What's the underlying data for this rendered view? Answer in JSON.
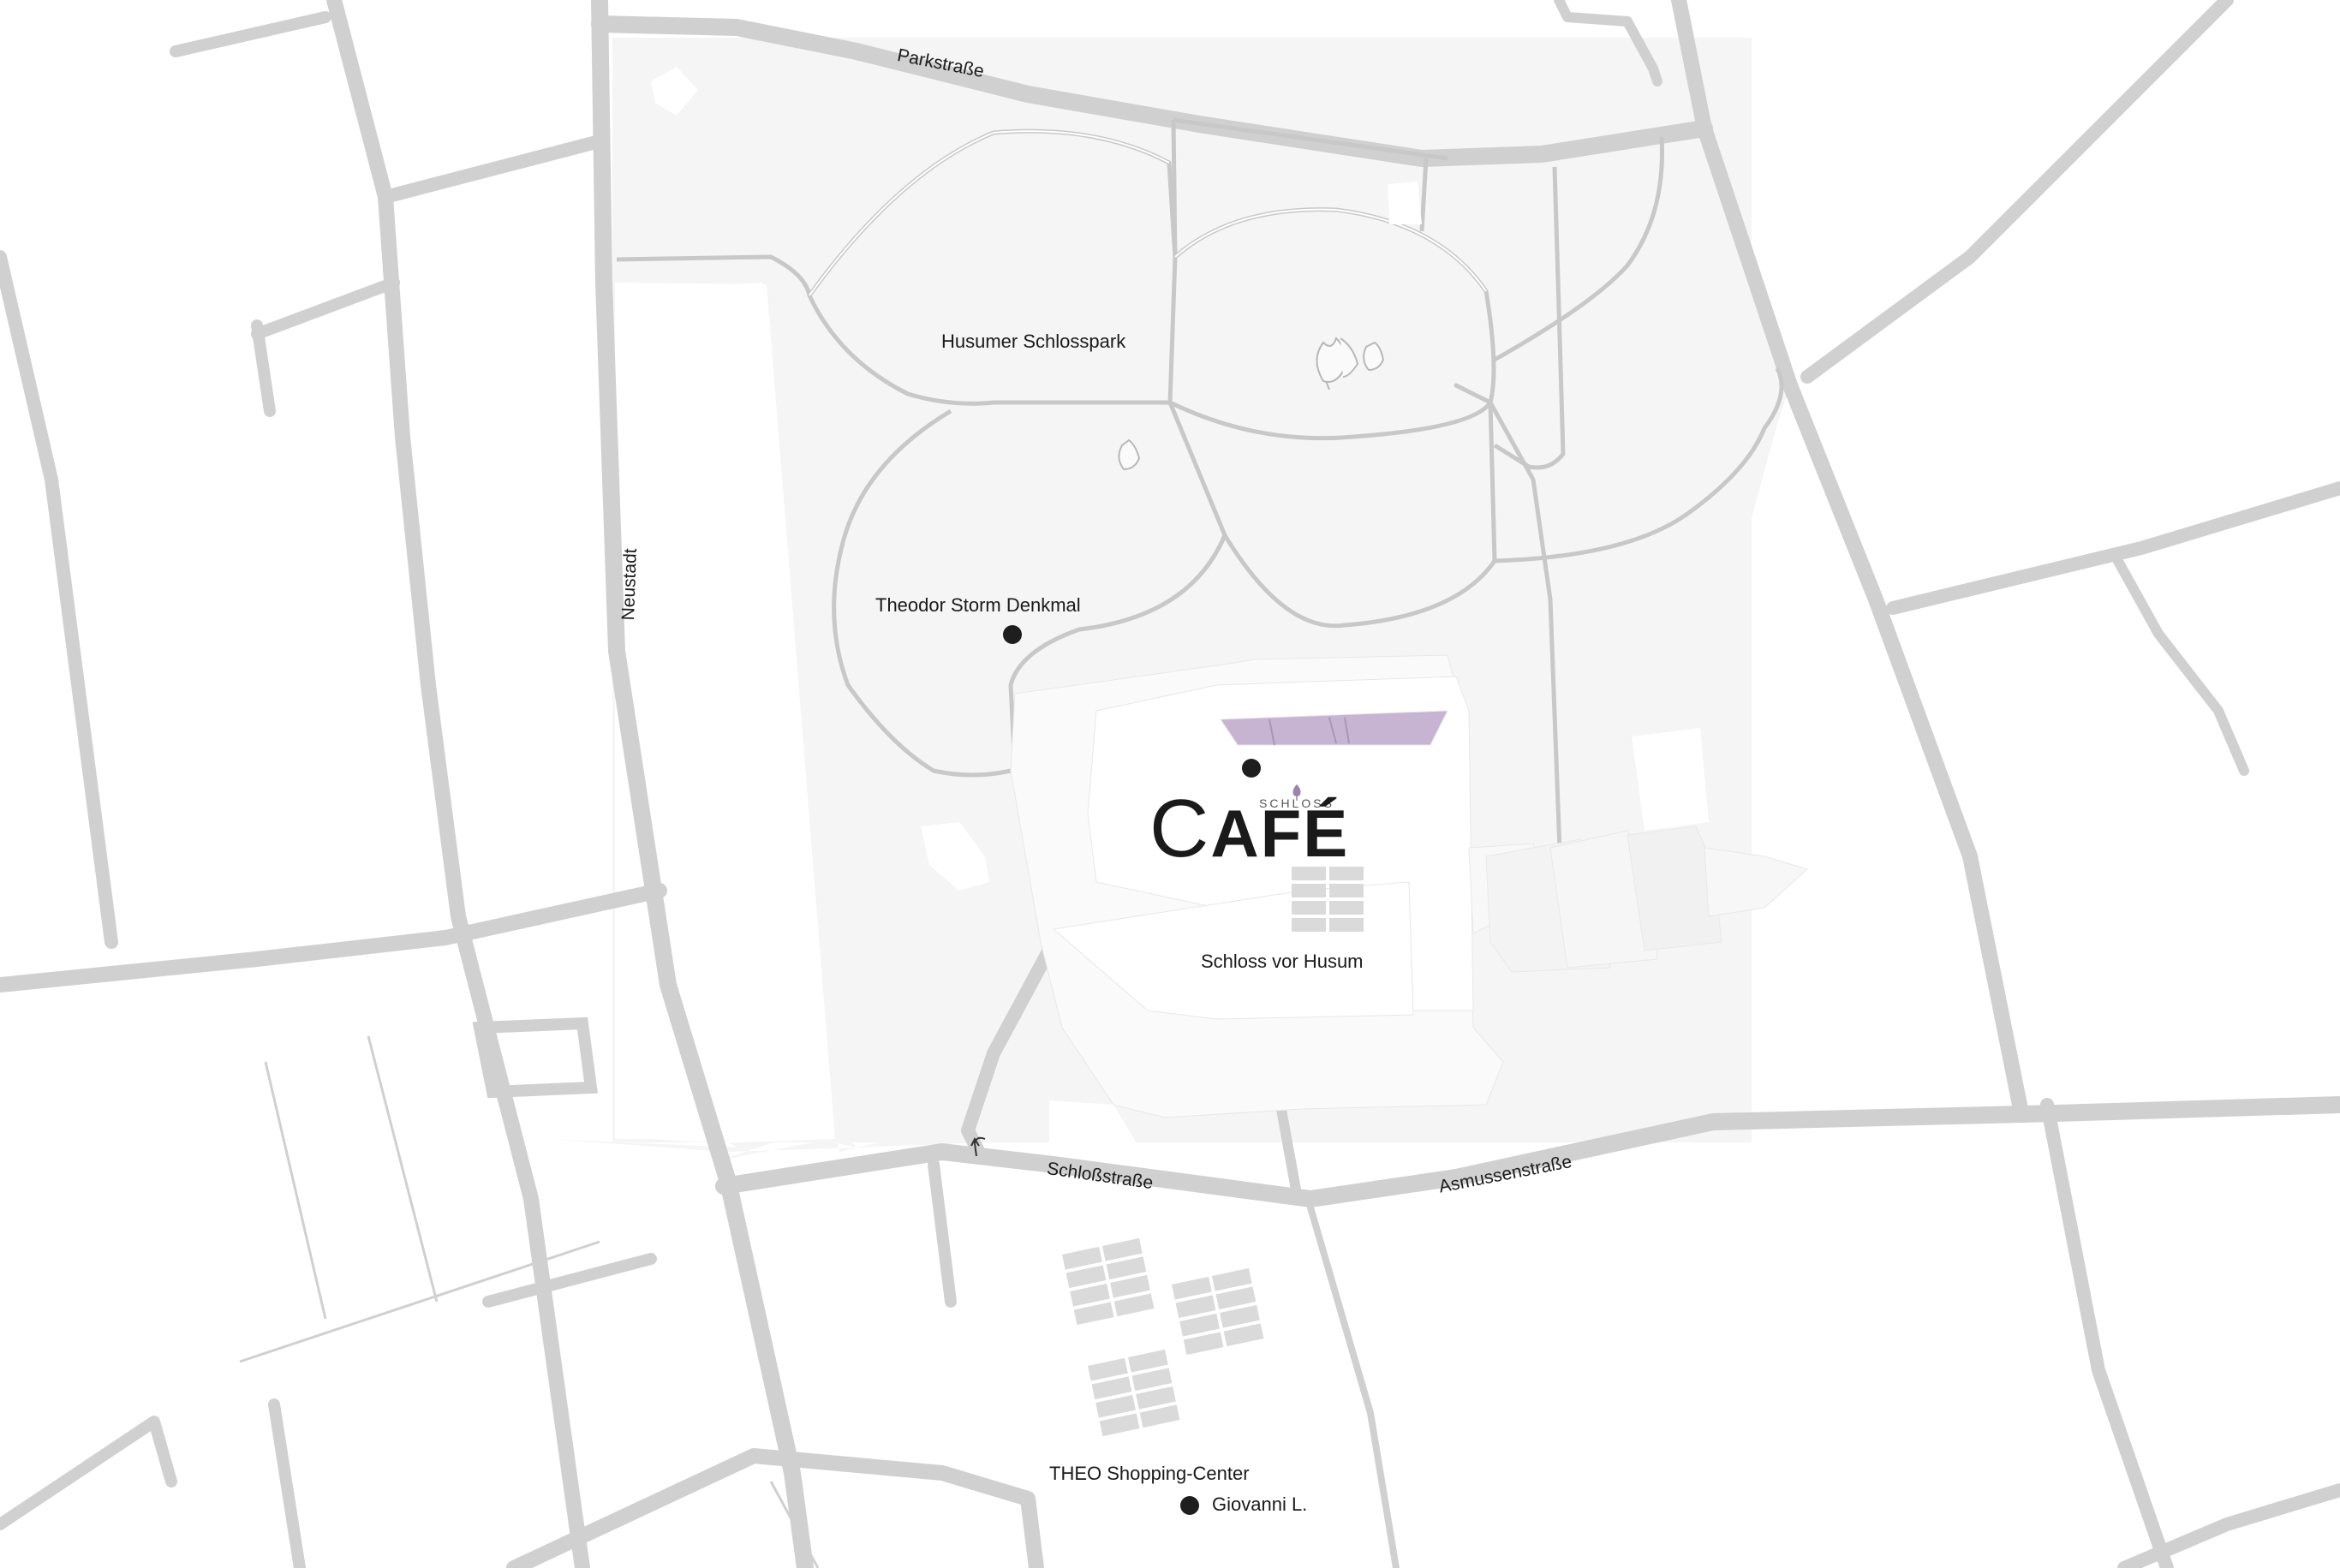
{
  "map": {
    "colors": {
      "background": "#ffffff",
      "park": "#f5f5f5",
      "road": "#d0d0d0",
      "path": "#c8c8c8",
      "building": "#fafafa",
      "roof_accent": "#c6b4d2",
      "parking": "#dadada",
      "poi_dot": "#1e1e1e"
    },
    "streets": {
      "parkstrasse": "Parkstraße",
      "neustadt": "Neustadt",
      "schlossstrasse": "Schloßstraße",
      "asmussenstrasse": "Asmussenstraße"
    },
    "pois": {
      "schlosspark": "Husumer Schlosspark",
      "storm_denkmal": "Theodor Storm Denkmal",
      "schloss": "Schloss vor Husum",
      "theo": "THEO Shopping-Center",
      "giovanni": "Giovanni L."
    },
    "logo": {
      "small_text": "SCHLOSS",
      "first_letter": "C",
      "rest": "AFÉ"
    },
    "icons": {
      "crocus": "crocus-flower-icon",
      "turn_arrow": "turn-arrow-icon"
    }
  }
}
